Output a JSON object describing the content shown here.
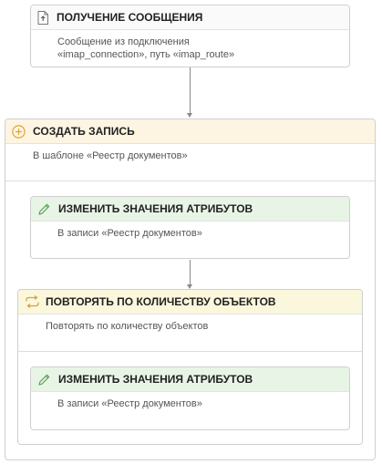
{
  "receive": {
    "title": "ПОЛУЧЕНИЕ СООБЩЕНИЯ",
    "line1": "Сообщение из подключения",
    "line2": "«imap_connection», путь «imap_route»",
    "icon": "document-upload-icon"
  },
  "create": {
    "title": "СОЗДАТЬ ЗАПИСЬ",
    "body": "В шаблоне «Реестр документов»",
    "icon": "plus-circle-icon",
    "accent": "#fdf5e2"
  },
  "change1": {
    "title": "ИЗМЕНИТЬ ЗНАЧЕНИЯ АТРИБУТОВ",
    "body": "В записи «Реестр документов»",
    "icon": "pencil-icon",
    "accent": "#e8f5e6"
  },
  "repeat": {
    "title": "ПОВТОРЯТЬ ПО КОЛИЧЕСТВУ ОБЪЕКТОВ",
    "body": "Повторять по количеству объектов",
    "icon": "repeat-icon",
    "accent": "#fbf7dc"
  },
  "change2": {
    "title": "ИЗМЕНИТЬ ЗНАЧЕНИЯ АТРИБУТОВ",
    "body": "В записи «Реестр документов»",
    "icon": "pencil-icon",
    "accent": "#e8f5e6"
  }
}
